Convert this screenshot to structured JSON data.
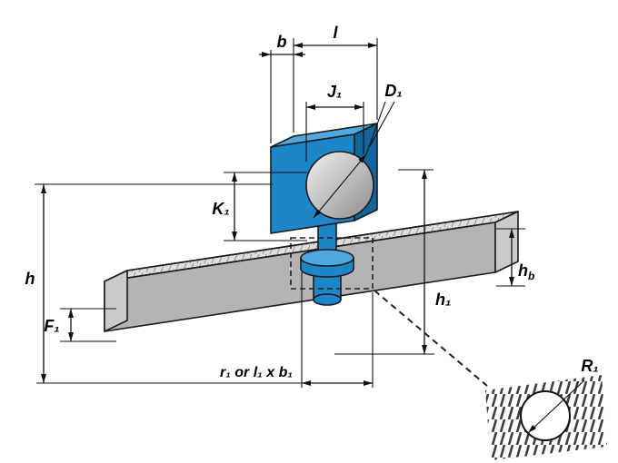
{
  "labels": {
    "b": "b",
    "l": "l",
    "j1": "J₁",
    "d1": "D₁",
    "k1": "K₁",
    "h": "h",
    "f1": "F₁",
    "h1": "h₁",
    "hb_main": "h",
    "hb_sub": "b",
    "r1": "r₁ or l₁ x b₁",
    "R1": "R₁"
  },
  "colors": {
    "block_top": "#4fa8de",
    "block_front": "#1d86c8",
    "block_side": "#13659c",
    "beam_top": "#dedede",
    "beam_front": "#b4b4b4",
    "beam_end": "#cbcbcb",
    "disc_light": "#f2f2f2",
    "disc_dark": "#8c8c8c",
    "outline": "#1b1b1b"
  }
}
